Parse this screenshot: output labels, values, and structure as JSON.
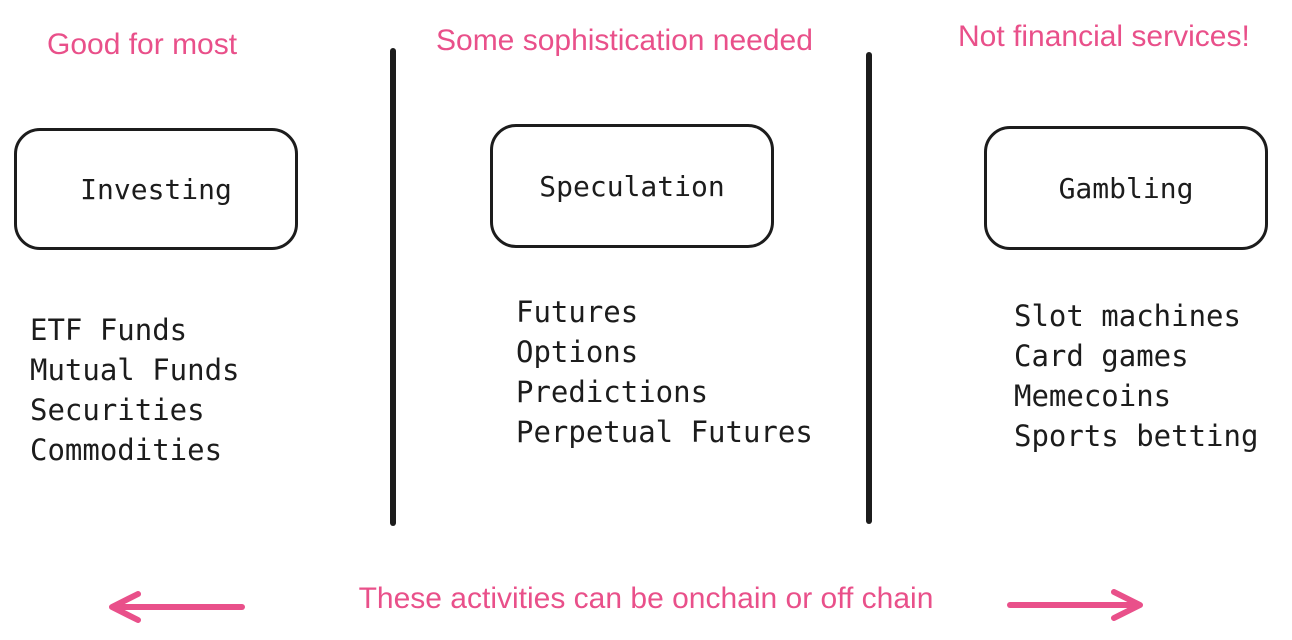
{
  "columns": [
    {
      "heading": "Good for most",
      "box_label": "Investing",
      "items": [
        "ETF Funds",
        "Mutual Funds",
        "Securities",
        "Commodities"
      ]
    },
    {
      "heading": "Some sophistication needed",
      "box_label": "Speculation",
      "items": [
        "Futures",
        "Options",
        "Predictions",
        "Perpetual Futures"
      ]
    },
    {
      "heading": "Not financial services!",
      "box_label": "Gambling",
      "items": [
        "Slot machines",
        "Card games",
        "Memecoins",
        "Sports betting"
      ]
    }
  ],
  "footer": {
    "text": "These activities can be onchain or off chain"
  },
  "colors": {
    "accent": "#e9508a",
    "ink": "#1c1c1c",
    "background": "#ffffff"
  },
  "icons": {
    "left_arrow": "arrow-left-icon",
    "right_arrow": "arrow-right-icon"
  }
}
